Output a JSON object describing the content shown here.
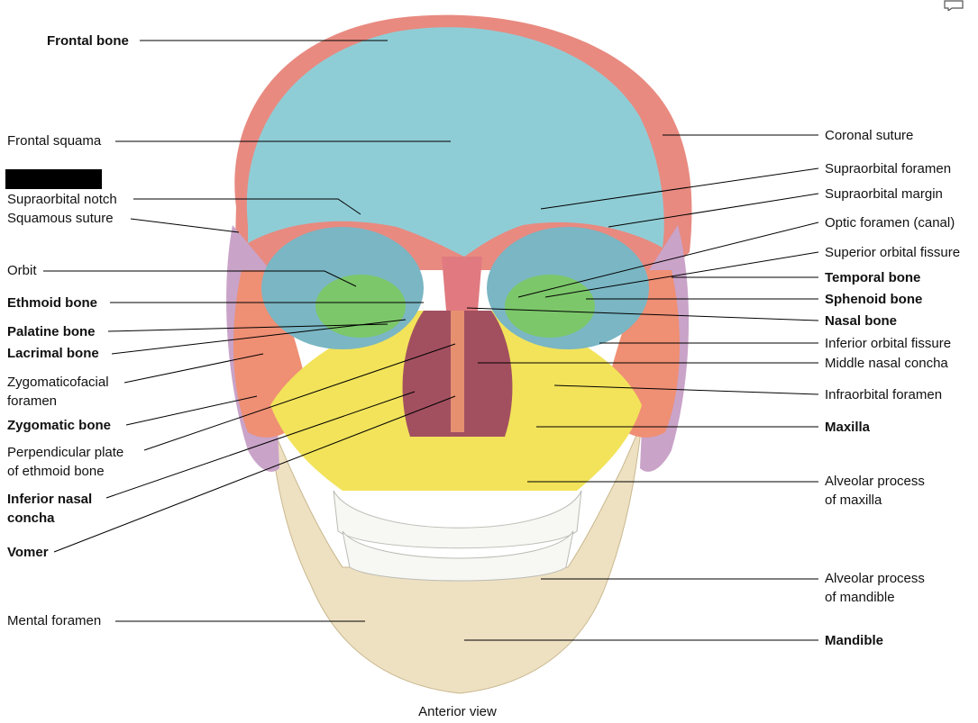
{
  "caption": "Anterior view",
  "left_labels": [
    {
      "id": "frontal-bone",
      "text": "Frontal bone",
      "bold": true
    },
    {
      "id": "frontal-squama",
      "text": "Frontal squama",
      "bold": false
    },
    {
      "id": "supraorbital-notch",
      "text": "Supraorbital notch",
      "bold": false
    },
    {
      "id": "squamous-suture",
      "text": "Squamous suture",
      "bold": false
    },
    {
      "id": "orbit",
      "text": "Orbit",
      "bold": false
    },
    {
      "id": "ethmoid-bone",
      "text": "Ethmoid bone",
      "bold": true
    },
    {
      "id": "palatine-bone",
      "text": "Palatine bone",
      "bold": true
    },
    {
      "id": "lacrimal-bone",
      "text": "Lacrimal bone",
      "bold": true
    },
    {
      "id": "zygomaticofacial-foramen",
      "text": "Zygomaticofacial\nforamen",
      "bold": false
    },
    {
      "id": "zygomatic-bone",
      "text": "Zygomatic bone",
      "bold": true
    },
    {
      "id": "perpendicular-plate",
      "text": "Perpendicular plate\nof ethmoid bone",
      "bold": false
    },
    {
      "id": "inferior-nasal-concha",
      "text": "Inferior nasal\nconcha",
      "bold": true
    },
    {
      "id": "vomer",
      "text": "Vomer",
      "bold": true
    },
    {
      "id": "mental-foramen",
      "text": "Mental foramen",
      "bold": false
    }
  ],
  "right_labels": [
    {
      "id": "coronal-suture",
      "text": "Coronal suture",
      "bold": false
    },
    {
      "id": "supraorbital-foramen",
      "text": "Supraorbital foramen",
      "bold": false
    },
    {
      "id": "supraorbital-margin",
      "text": "Supraorbital margin",
      "bold": false
    },
    {
      "id": "optic-foramen",
      "text": "Optic foramen (canal)",
      "bold": false
    },
    {
      "id": "superior-orbital-fissure",
      "text": "Superior orbital fissure",
      "bold": false
    },
    {
      "id": "temporal-bone",
      "text": "Temporal bone",
      "bold": true
    },
    {
      "id": "sphenoid-bone",
      "text": "Sphenoid bone",
      "bold": true
    },
    {
      "id": "nasal-bone",
      "text": "Nasal bone",
      "bold": true
    },
    {
      "id": "inferior-orbital-fissure",
      "text": "Inferior orbital fissure",
      "bold": false
    },
    {
      "id": "middle-nasal-concha",
      "text": "Middle nasal concha",
      "bold": false
    },
    {
      "id": "infraorbital-foramen",
      "text": "Infraorbital foramen",
      "bold": false
    },
    {
      "id": "maxilla",
      "text": "Maxilla",
      "bold": true
    },
    {
      "id": "alveolar-process-maxilla",
      "text": "Alveolar process\nof maxilla",
      "bold": false
    },
    {
      "id": "alveolar-process-mandible",
      "text": "Alveolar process\nof mandible",
      "bold": false
    },
    {
      "id": "mandible",
      "text": "Mandible",
      "bold": true
    }
  ],
  "colors": {
    "frontal": "#8fcdd6",
    "parietal_temporal": "#e88a80",
    "sphenoid": "#c9a3c8",
    "zygomatic": "#ef8f74",
    "maxilla": "#f2e35a",
    "mandible": "#eee1c2",
    "ethmoid": "#7cc76a",
    "nasal": "#e07a80",
    "teeth": "#f7f7f3",
    "leader": "#000000"
  }
}
